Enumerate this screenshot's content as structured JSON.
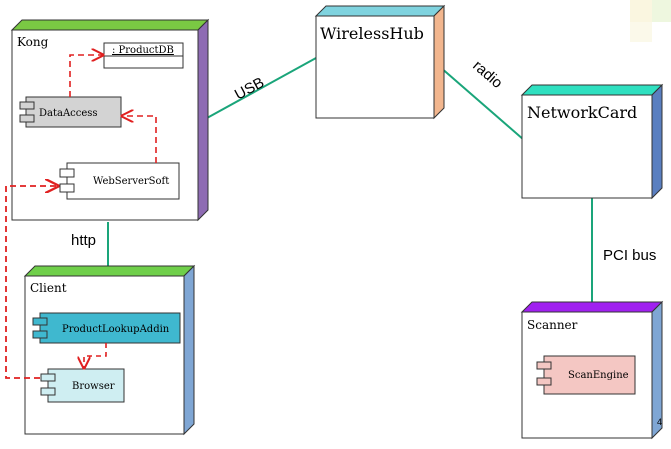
{
  "nodes": {
    "kong": {
      "label": "Kong",
      "top_color": "#7ac943",
      "side_color": "#8e6bb3"
    },
    "client": {
      "label": "Client",
      "top_color": "#6fcf4a",
      "side_color": "#7fa6d4"
    },
    "wireless_hub": {
      "label": "WirelessHub",
      "top_color": "#7fd3df",
      "side_color": "#f2b68e"
    },
    "network_card": {
      "label": "NetworkCard",
      "top_color": "#2fe0c0",
      "side_color": "#5a7fc0"
    },
    "scanner": {
      "label": "Scanner",
      "top_color": "#a020f0",
      "side_color": "#7fa6d4"
    }
  },
  "components": {
    "product_db": ": ProductDB",
    "data_access": "DataAccess",
    "web_server_soft": "WebServerSoft",
    "product_lookup_addin": "ProductLookupAddin",
    "browser": "Browser",
    "scan_engine": "ScanEngine"
  },
  "links": {
    "usb": "USB",
    "radio": "radio",
    "http": "http",
    "pci_bus": "PCI bus"
  },
  "page_mark": "4",
  "colors": {
    "link": "#1aa57a",
    "dependency": "#e02020"
  }
}
